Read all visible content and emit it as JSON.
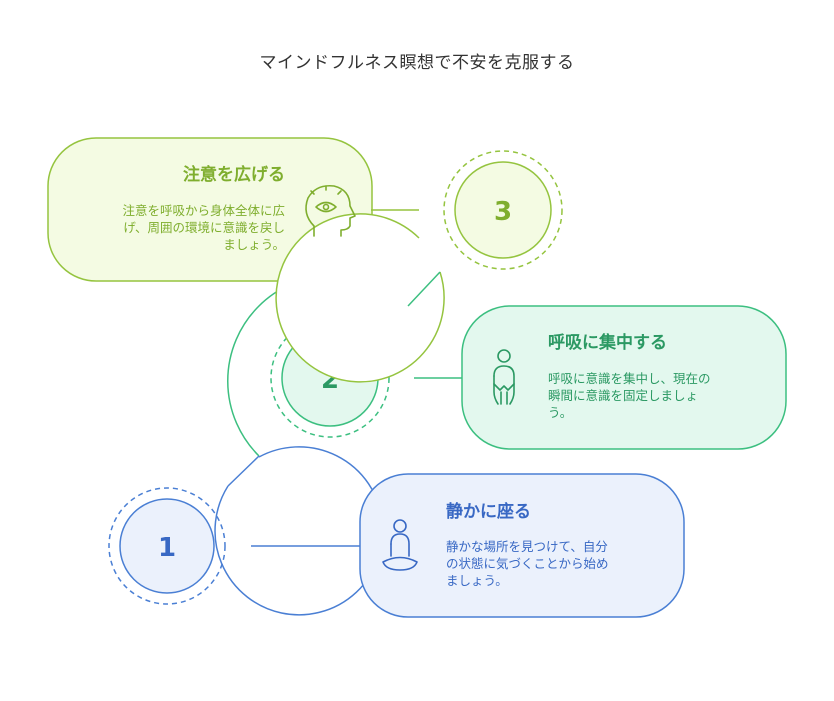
{
  "title": "マインドフルネス瞑想で不安を克服する",
  "steps": [
    {
      "number": "1",
      "title": "静かに座る",
      "lines": [
        "静かな場所を見つけて、自分",
        "の状態に気づくことから始め",
        "ましょう。"
      ],
      "icon": "sitting-person-icon",
      "color": "#4a7fd4",
      "fill": "#ebf1fc",
      "text_color": "#3868c4"
    },
    {
      "number": "2",
      "title": "呼吸に集中する",
      "lines": [
        "呼吸に意識を集中し、現在の",
        "瞬間に意識を固定しましょ",
        "う。"
      ],
      "icon": "breathing-person-icon",
      "color": "#3cbf80",
      "fill": "#e3f8ee",
      "text_color": "#2b9963"
    },
    {
      "number": "3",
      "title": "注意を広げる",
      "lines": [
        "注意を呼吸から身体全体に広",
        "げ、周囲の環境に意識を戻し",
        "ましょう。"
      ],
      "icon": "head-with-eye-icon",
      "color": "#95c43f",
      "fill": "#f4fbe3",
      "text_color": "#7fae2e"
    }
  ]
}
